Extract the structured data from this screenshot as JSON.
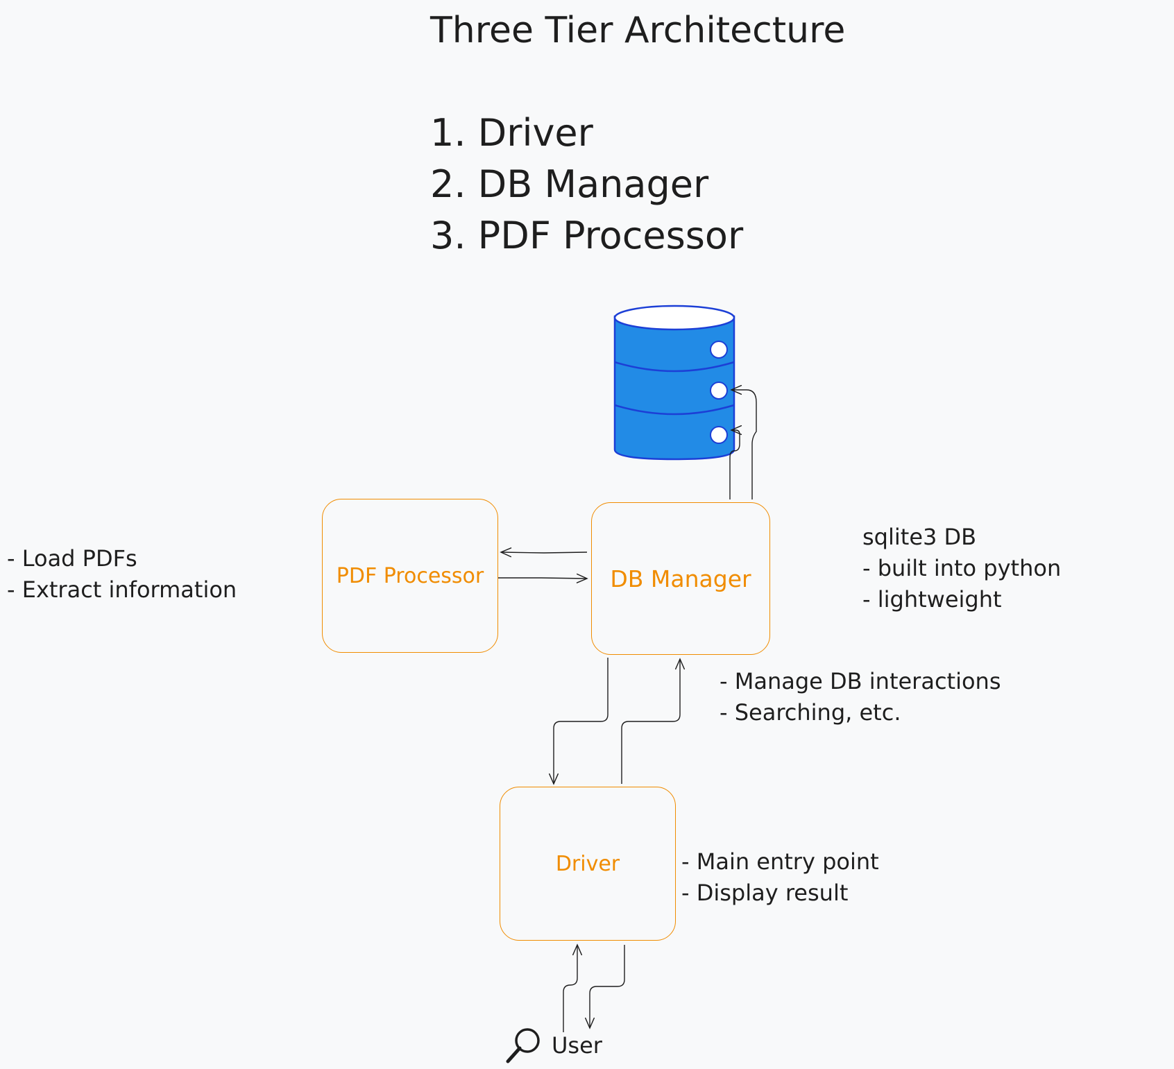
{
  "title": "Three Tier Architecture",
  "tiers": [
    "1. Driver",
    "2. DB Manager",
    "3. PDF Processor"
  ],
  "boxes": {
    "pdf_processor": "PDF Processor",
    "db_manager": "DB Manager",
    "driver": "Driver"
  },
  "notes": {
    "pdf_processor": [
      "- Load PDFs",
      "- Extract information"
    ],
    "sqlite": [
      "sqlite3 DB",
      "- built into python",
      "- lightweight"
    ],
    "db_manager": [
      "- Manage DB interactions",
      "- Searching, etc."
    ],
    "driver": [
      "- Main entry point",
      "- Display result"
    ]
  },
  "user": {
    "label": "User",
    "icon": "search-icon"
  },
  "database_icon": "database-icon",
  "colors": {
    "box_stroke": "#f08c00",
    "database_fill": "#228be6",
    "database_stroke": "#1c3fd6",
    "text": "#1e1e1e",
    "background": "#f8f9fa"
  }
}
